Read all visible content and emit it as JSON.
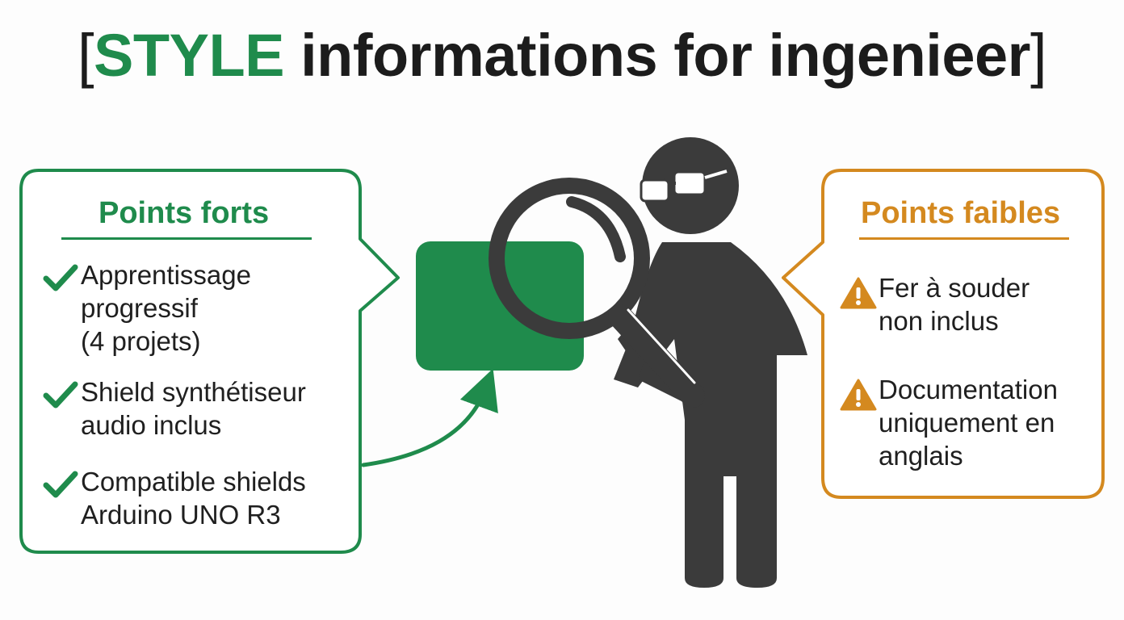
{
  "title": {
    "open_bracket": "[",
    "highlight": "STYLE",
    "rest": " informations for ingenieer",
    "close_bracket": "]"
  },
  "colors": {
    "positive": "#1f8b4c",
    "negative": "#d4891f",
    "figure": "#3b3b3b"
  },
  "strengths": {
    "label": "Points forts",
    "icon": "check-icon",
    "items": [
      {
        "text": "Apprentissage\nprogressif\n(4 projets)"
      },
      {
        "text": "Shield synthétiseur\naudio inclus"
      },
      {
        "text": "Compatible shields\nArduino UNO R3"
      }
    ]
  },
  "weaknesses": {
    "label": "Points faibles",
    "icon": "warning-icon",
    "items": [
      {
        "text": "Fer à souder\nnon inclus"
      },
      {
        "text": "Documentation\nuniquement en\nanglais"
      }
    ]
  },
  "illustration": {
    "subject": "green-board-icon",
    "figure": "person-with-magnifier-icon"
  }
}
